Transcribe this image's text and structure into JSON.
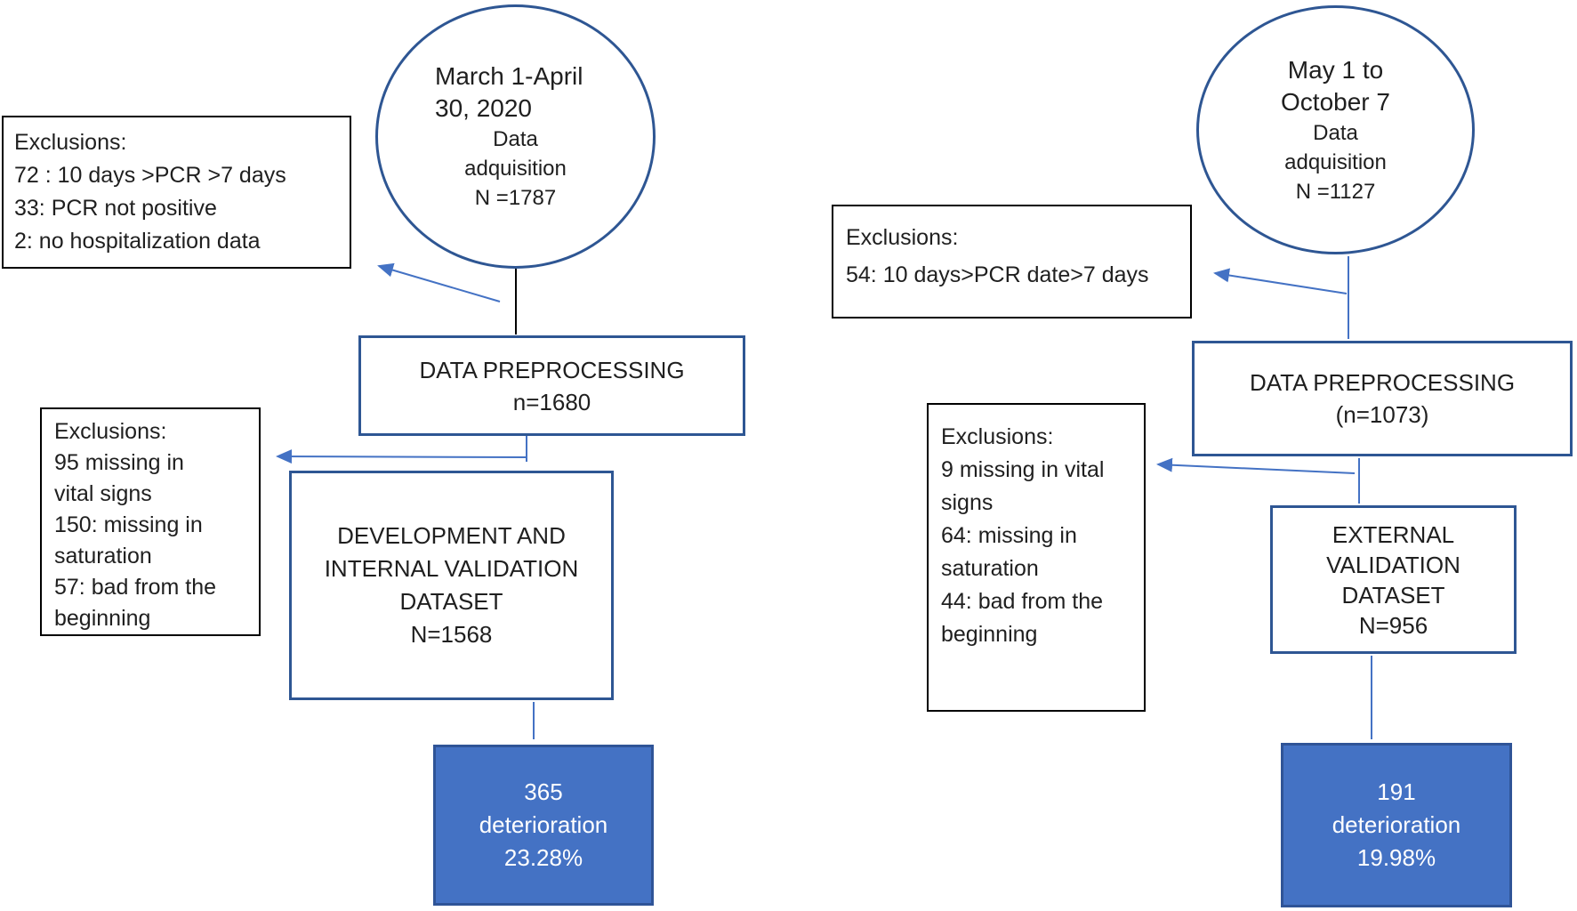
{
  "colors": {
    "accent_fill": "#4472c4",
    "accent_border": "#2f5497",
    "outline_blue": "#2e5693",
    "connector_blue": "#4472c4",
    "box_border_black": "#000000",
    "text": "#1f1f1f",
    "outcome_text": "#ffffff"
  },
  "left": {
    "circle": {
      "lines": [
        "March 1-April",
        "30, 2020",
        "Data",
        "adquisition",
        "N =1787"
      ]
    },
    "exclusions_top": {
      "lines": [
        "Exclusions:",
        "72 : 10 days >PCR >7 days",
        "33: PCR not positive",
        "2: no hospitalization data"
      ]
    },
    "preprocessing": {
      "lines": [
        "DATA PREPROCESSING",
        "n=1680"
      ]
    },
    "exclusions_mid": {
      "lines": [
        "Exclusions:",
        "95 missing in",
        "vital signs",
        "150: missing in",
        "saturation",
        "57: bad from the",
        "beginning"
      ]
    },
    "dataset": {
      "lines": [
        "DEVELOPMENT AND",
        "INTERNAL VALIDATION",
        "DATASET",
        "N=1568"
      ]
    },
    "outcome": {
      "lines": [
        "365",
        "deterioration",
        "23.28%"
      ]
    }
  },
  "right": {
    "circle": {
      "lines": [
        "May 1 to",
        "October 7",
        "Data",
        "adquisition",
        "N =1127"
      ]
    },
    "exclusions_top": {
      "lines": [
        "Exclusions:",
        "54: 10 days>PCR date>7 days"
      ]
    },
    "preprocessing": {
      "lines": [
        "DATA PREPROCESSING",
        "(n=1073)"
      ]
    },
    "exclusions_mid": {
      "lines": [
        "Exclusions:",
        "9 missing in vital",
        "signs",
        "64: missing in",
        "saturation",
        "44: bad from the",
        "beginning"
      ]
    },
    "dataset": {
      "lines": [
        "EXTERNAL",
        "VALIDATION",
        "DATASET",
        "N=956"
      ]
    },
    "outcome": {
      "lines": [
        "191",
        "deterioration",
        "19.98%"
      ]
    }
  }
}
